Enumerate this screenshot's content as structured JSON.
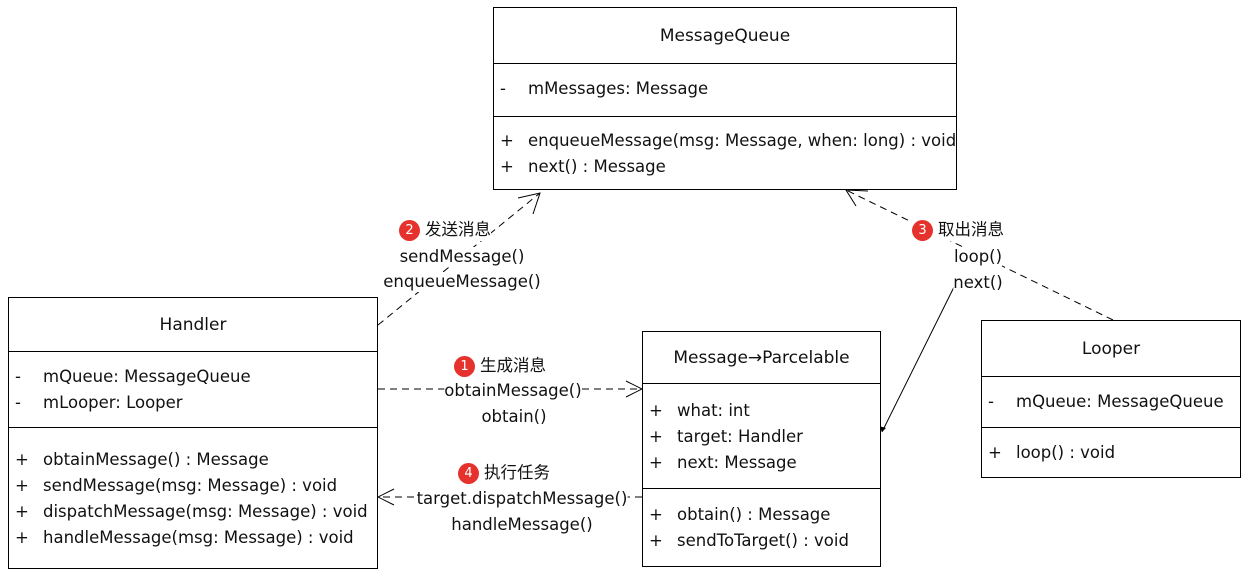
{
  "classes": {
    "message_queue": {
      "name": "MessageQueue",
      "attributes": [
        {
          "vis": "-",
          "text": "mMessages: Message"
        }
      ],
      "methods": [
        {
          "vis": "+",
          "text": "enqueueMessage(msg: Message, when: long) : void"
        },
        {
          "vis": "+",
          "text": "next() : Message"
        }
      ]
    },
    "handler": {
      "name": "Handler",
      "attributes": [
        {
          "vis": "-",
          "text": "mQueue: MessageQueue"
        },
        {
          "vis": "-",
          "text": "mLooper: Looper"
        }
      ],
      "methods": [
        {
          "vis": "+",
          "text": "obtainMessage() : Message"
        },
        {
          "vis": "+",
          "text": "sendMessage(msg: Message) : void"
        },
        {
          "vis": "+",
          "text": "dispatchMessage(msg: Message) : void"
        },
        {
          "vis": "+",
          "text": "handleMessage(msg: Message) : void"
        }
      ]
    },
    "message": {
      "name": "Message→Parcelable",
      "attributes": [
        {
          "vis": "+",
          "text": "what: int"
        },
        {
          "vis": "+",
          "text": "target: Handler"
        },
        {
          "vis": "+",
          "text": "next: Message"
        }
      ],
      "methods": [
        {
          "vis": "+",
          "text": "obtain() : Message"
        },
        {
          "vis": "+",
          "text": "sendToTarget() : void"
        }
      ]
    },
    "looper": {
      "name": "Looper",
      "attributes": [
        {
          "vis": "-",
          "text": "mQueue: MessageQueue"
        }
      ],
      "methods": [
        {
          "vis": "+",
          "text": "loop() : void"
        }
      ]
    }
  },
  "edges": {
    "send": {
      "step": "2",
      "title": "发送消息",
      "lines": [
        "sendMessage()",
        "enqueueMessage()"
      ]
    },
    "take": {
      "step": "3",
      "title": "取出消息",
      "lines": [
        "loop()",
        "next()"
      ]
    },
    "create": {
      "step": "1",
      "title": "生成消息",
      "lines": [
        "obtainMessage()",
        "obtain()"
      ]
    },
    "execute": {
      "step": "4",
      "title": "执行任务",
      "lines": [
        "target.dispatchMessage()",
        "handleMessage()"
      ]
    }
  },
  "colors": {
    "badge": "#e5322d",
    "line": "#000000"
  }
}
